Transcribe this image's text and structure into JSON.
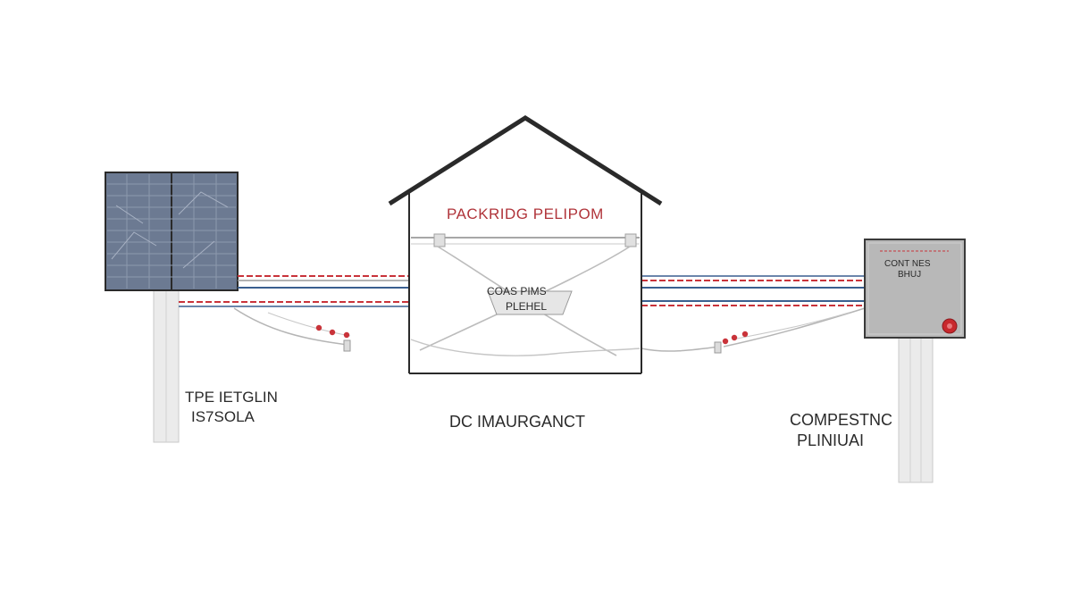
{
  "colors": {
    "ink": "#2a2a2a",
    "red_text": "#b0343a",
    "wire_red": "#c9333a",
    "wire_blue": "#3a5f8f",
    "wire_gray": "#9a9a9a",
    "panel_fill": "#6c7a92",
    "box_fill": "#b8b8b8",
    "indicator_red": "#c8282d"
  },
  "labels": {
    "house_title": "PACKRIDG PELIPOM",
    "house_inner_line1": "COAS PIMS",
    "house_inner_line2": "PLEHEL",
    "left_line1": "TPE IETGLIN",
    "left_line2": "IS7SOLA",
    "center": "DC IMAURGANCT",
    "right_line1": "COMPESTNC",
    "right_line2": "PLINIUAI",
    "box_line1": "CONT NES",
    "box_line2": "BHUJ"
  },
  "icons": {
    "solar_panel": "solar-panel-icon",
    "house": "house-icon",
    "control_box": "control-box-icon",
    "indicator": "red-indicator-icon"
  }
}
